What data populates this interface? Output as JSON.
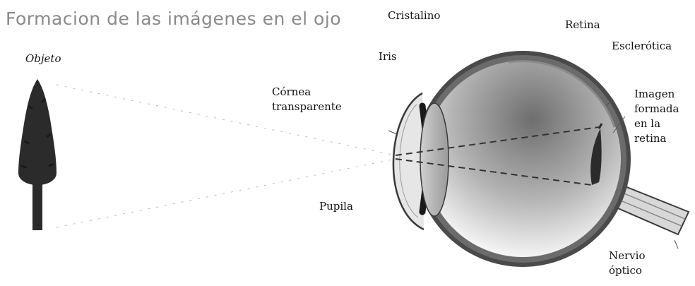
{
  "title": "Formacion de las imágenes en el ojo",
  "labels": {
    "object": "Objeto",
    "lens": "Cristalino",
    "retina": "Retina",
    "sclera": "Esclerótica",
    "iris": "Iris",
    "cornea_line1": "Córnea",
    "cornea_line2": "transparente",
    "image_line1": "Imagen",
    "image_line2": "formada",
    "image_line3": "en la",
    "image_line4": "retina",
    "pupil": "Pupila",
    "nerve_line1": "Nervio",
    "nerve_line2": "óptico"
  },
  "colors": {
    "title": "#8a8a8a",
    "eye_wall": "#4a4a4a",
    "tree": "#2b2b2b",
    "rays": "#333333"
  }
}
